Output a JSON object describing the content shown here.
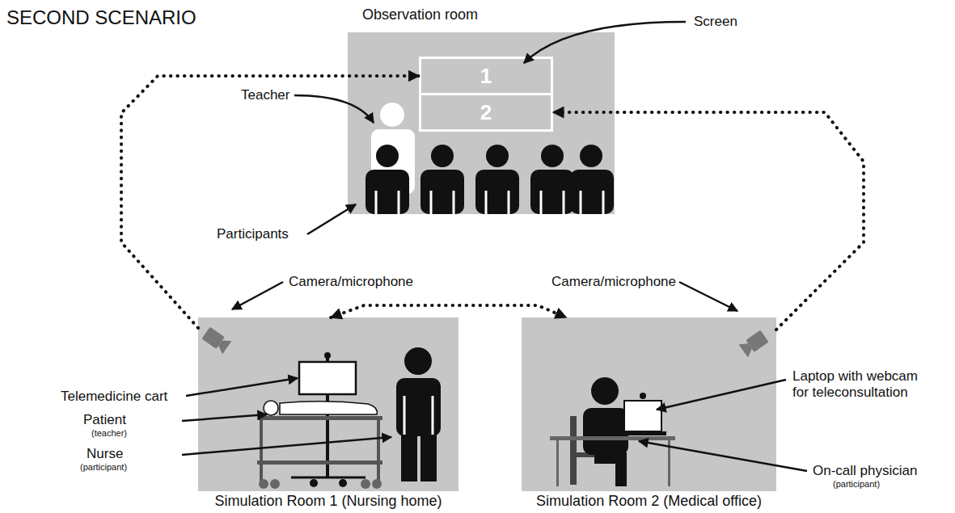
{
  "diagram": {
    "title": "SECOND SCENARIO",
    "nodes": [
      {
        "text": [
          "Observation room"
        ]
      },
      {
        "text": [
          "1"
        ],
        "in": 0
      },
      {
        "text": [
          "2"
        ],
        "in": 0
      },
      {
        "text": [
          "Simulation Room 1 (Nursing home)"
        ]
      },
      {
        "text": [
          "Simulation Room 2 (Medical office)"
        ]
      }
    ],
    "edges": [
      {
        "from": 3,
        "to": 1,
        "arrow": "to"
      },
      {
        "from": 4,
        "to": 2,
        "arrow": "to"
      },
      {
        "from": 3,
        "to": 4,
        "arrow": "both"
      }
    ],
    "labels": [
      "Screen",
      "Teacher",
      "Participants",
      "Camera/microphone",
      "Camera/microphone",
      "Telemedicine cart",
      "Patient",
      "(teacher)",
      "Nurse",
      "(participant)",
      "Laptop with webcam for teleconsultation",
      "On-call physician",
      "(participant)"
    ]
  }
}
